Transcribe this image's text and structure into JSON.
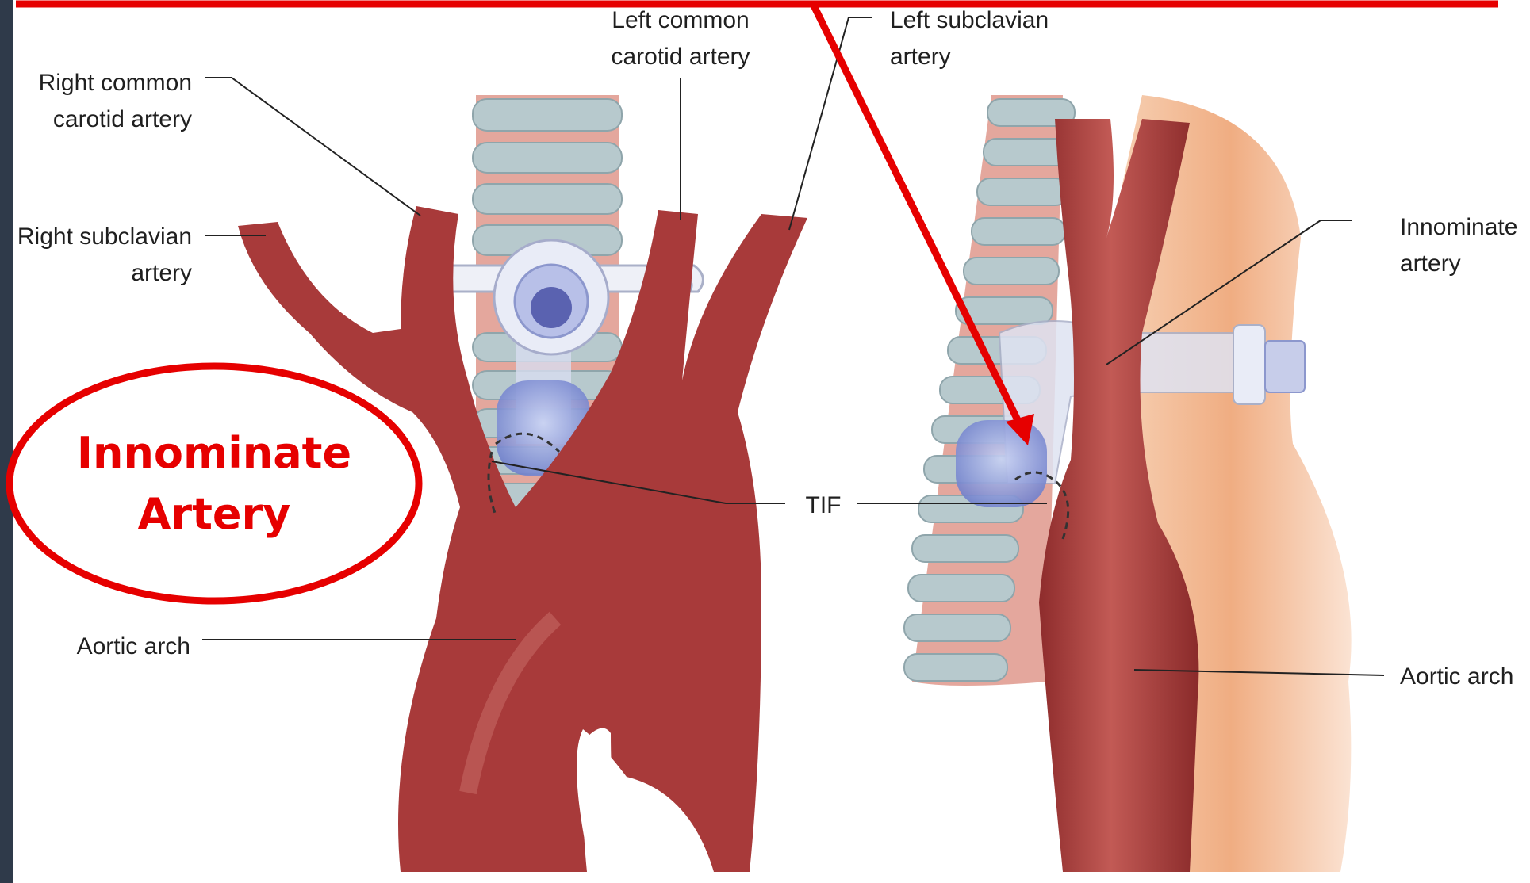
{
  "labels": {
    "right_common_carotid": [
      "Right common",
      "carotid artery"
    ],
    "right_subclavian": [
      "Right subclavian",
      "artery"
    ],
    "left_common_carotid": [
      "Left common",
      "carotid artery"
    ],
    "left_subclavian": [
      "Left subclavian",
      "artery"
    ],
    "aortic_arch_left": "Aortic arch",
    "tif": "TIF",
    "innominate_right": [
      "Innominate",
      "artery"
    ],
    "aortic_arch_right": "Aortic arch"
  },
  "callout": {
    "lines": [
      "Innominate",
      "Artery"
    ],
    "color": "#e60000"
  },
  "colors": {
    "slide_background": "#2f3a4a",
    "artery": "#a83a3a",
    "trachea_ring": "#b7c9cd",
    "trachea_pink": "#e4a79d",
    "tube_blue": "#7f8fd8",
    "skin": "#f2b48a"
  }
}
